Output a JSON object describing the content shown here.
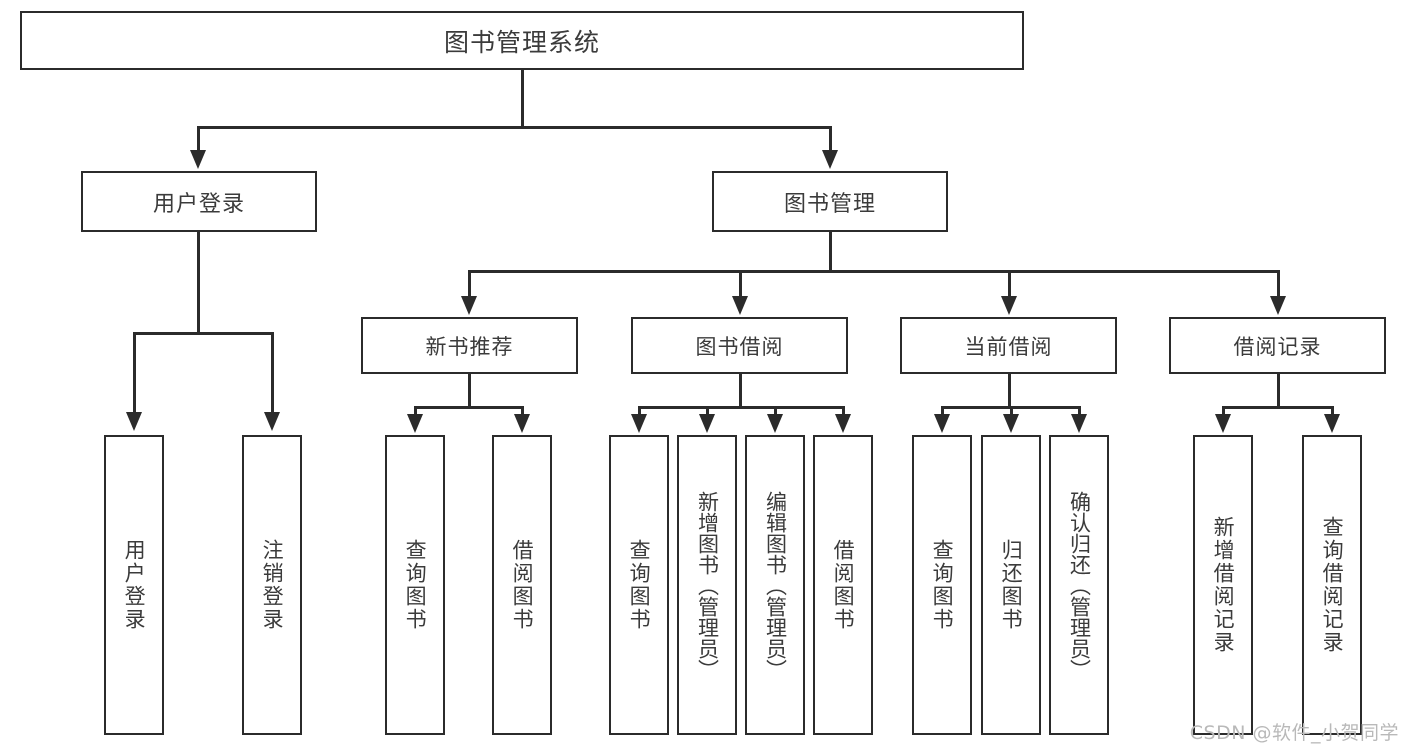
{
  "diagram": {
    "title_label": "图书管理系统",
    "watermark": "CSDN @软件_小贺同学",
    "colors": {
      "border": "#2b2b2b",
      "text": "#3b3b3b",
      "background": "#ffffff",
      "watermark": "#b9b9b9"
    },
    "level2": [
      {
        "label": "用户登录"
      },
      {
        "label": "图书管理"
      }
    ],
    "level3": [
      {
        "label": "新书推荐"
      },
      {
        "label": "图书借阅"
      },
      {
        "label": "当前借阅"
      },
      {
        "label": "借阅记录"
      }
    ],
    "leaves": {
      "user_login": [
        {
          "label": "用户登录"
        },
        {
          "label": "注销登录"
        }
      ],
      "new_book_recommend": [
        {
          "label": "查询图书"
        },
        {
          "label": "借阅图书"
        }
      ],
      "book_borrow": [
        {
          "label": "查询图书"
        },
        {
          "label": "新增图书（管理员）"
        },
        {
          "label": "编辑图书（管理员）"
        },
        {
          "label": "借阅图书"
        }
      ],
      "current_borrow": [
        {
          "label": "查询图书"
        },
        {
          "label": "归还图书"
        },
        {
          "label": "确认归还（管理员）"
        }
      ],
      "borrow_record": [
        {
          "label": "新增借阅记录"
        },
        {
          "label": "查询借阅记录"
        }
      ]
    }
  }
}
